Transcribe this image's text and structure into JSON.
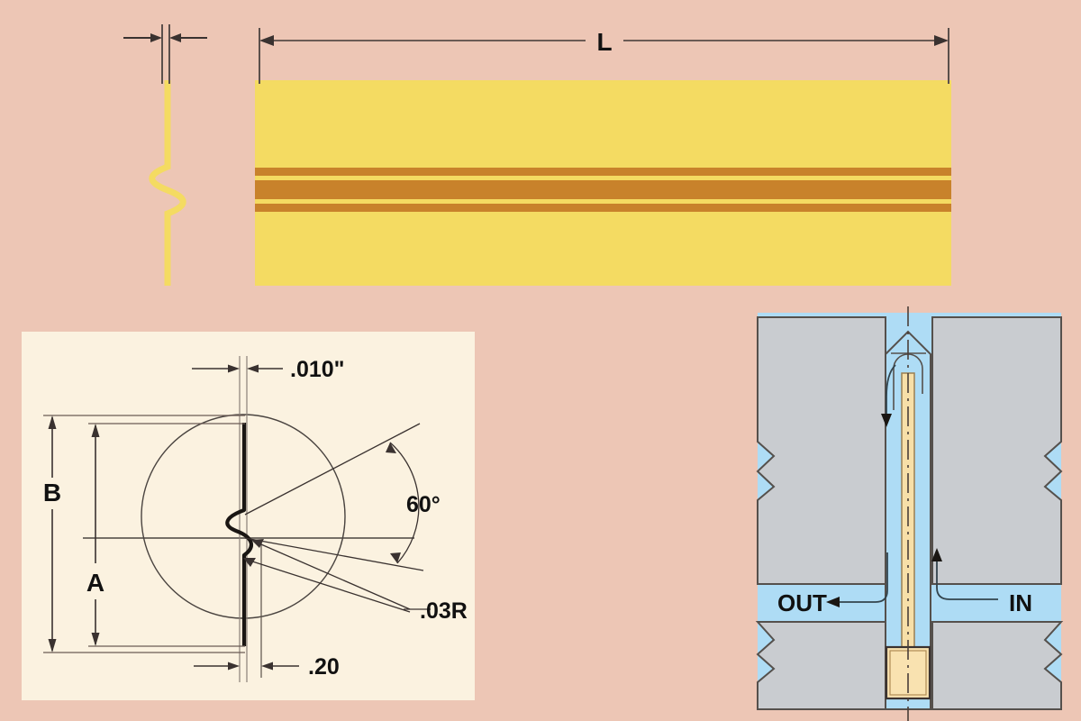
{
  "figure": {
    "title_hidden": "",
    "background_color": "#EDC6B5"
  },
  "top_view": {
    "name": "wire-side-view",
    "dimension_label": "L",
    "strip_color": "#F4DB62",
    "stripe_color": "#C8822B",
    "break_symbol": "squiggle-break",
    "left_edge_tick": "double-tick",
    "thickness_arrow": "thickness-dimension"
  },
  "detail_view": {
    "name": "tip-profile-detail",
    "panel_color": "#FBF2E0",
    "labels": {
      "thickness": ".010\"",
      "offset": ".20",
      "radius": ".03R",
      "angle": "60°",
      "height_outer": "B",
      "height_inner": "A"
    }
  },
  "valve_view": {
    "name": "valve-cross-section",
    "body_color": "#C9CCD0",
    "fluid_color": "#AEDCF5",
    "rod_color": "#F7DFA8",
    "inlet_label": "IN",
    "outlet_label": "OUT",
    "centerline": "dash-dot-centerline",
    "break_symbol": "zigzag-break"
  }
}
